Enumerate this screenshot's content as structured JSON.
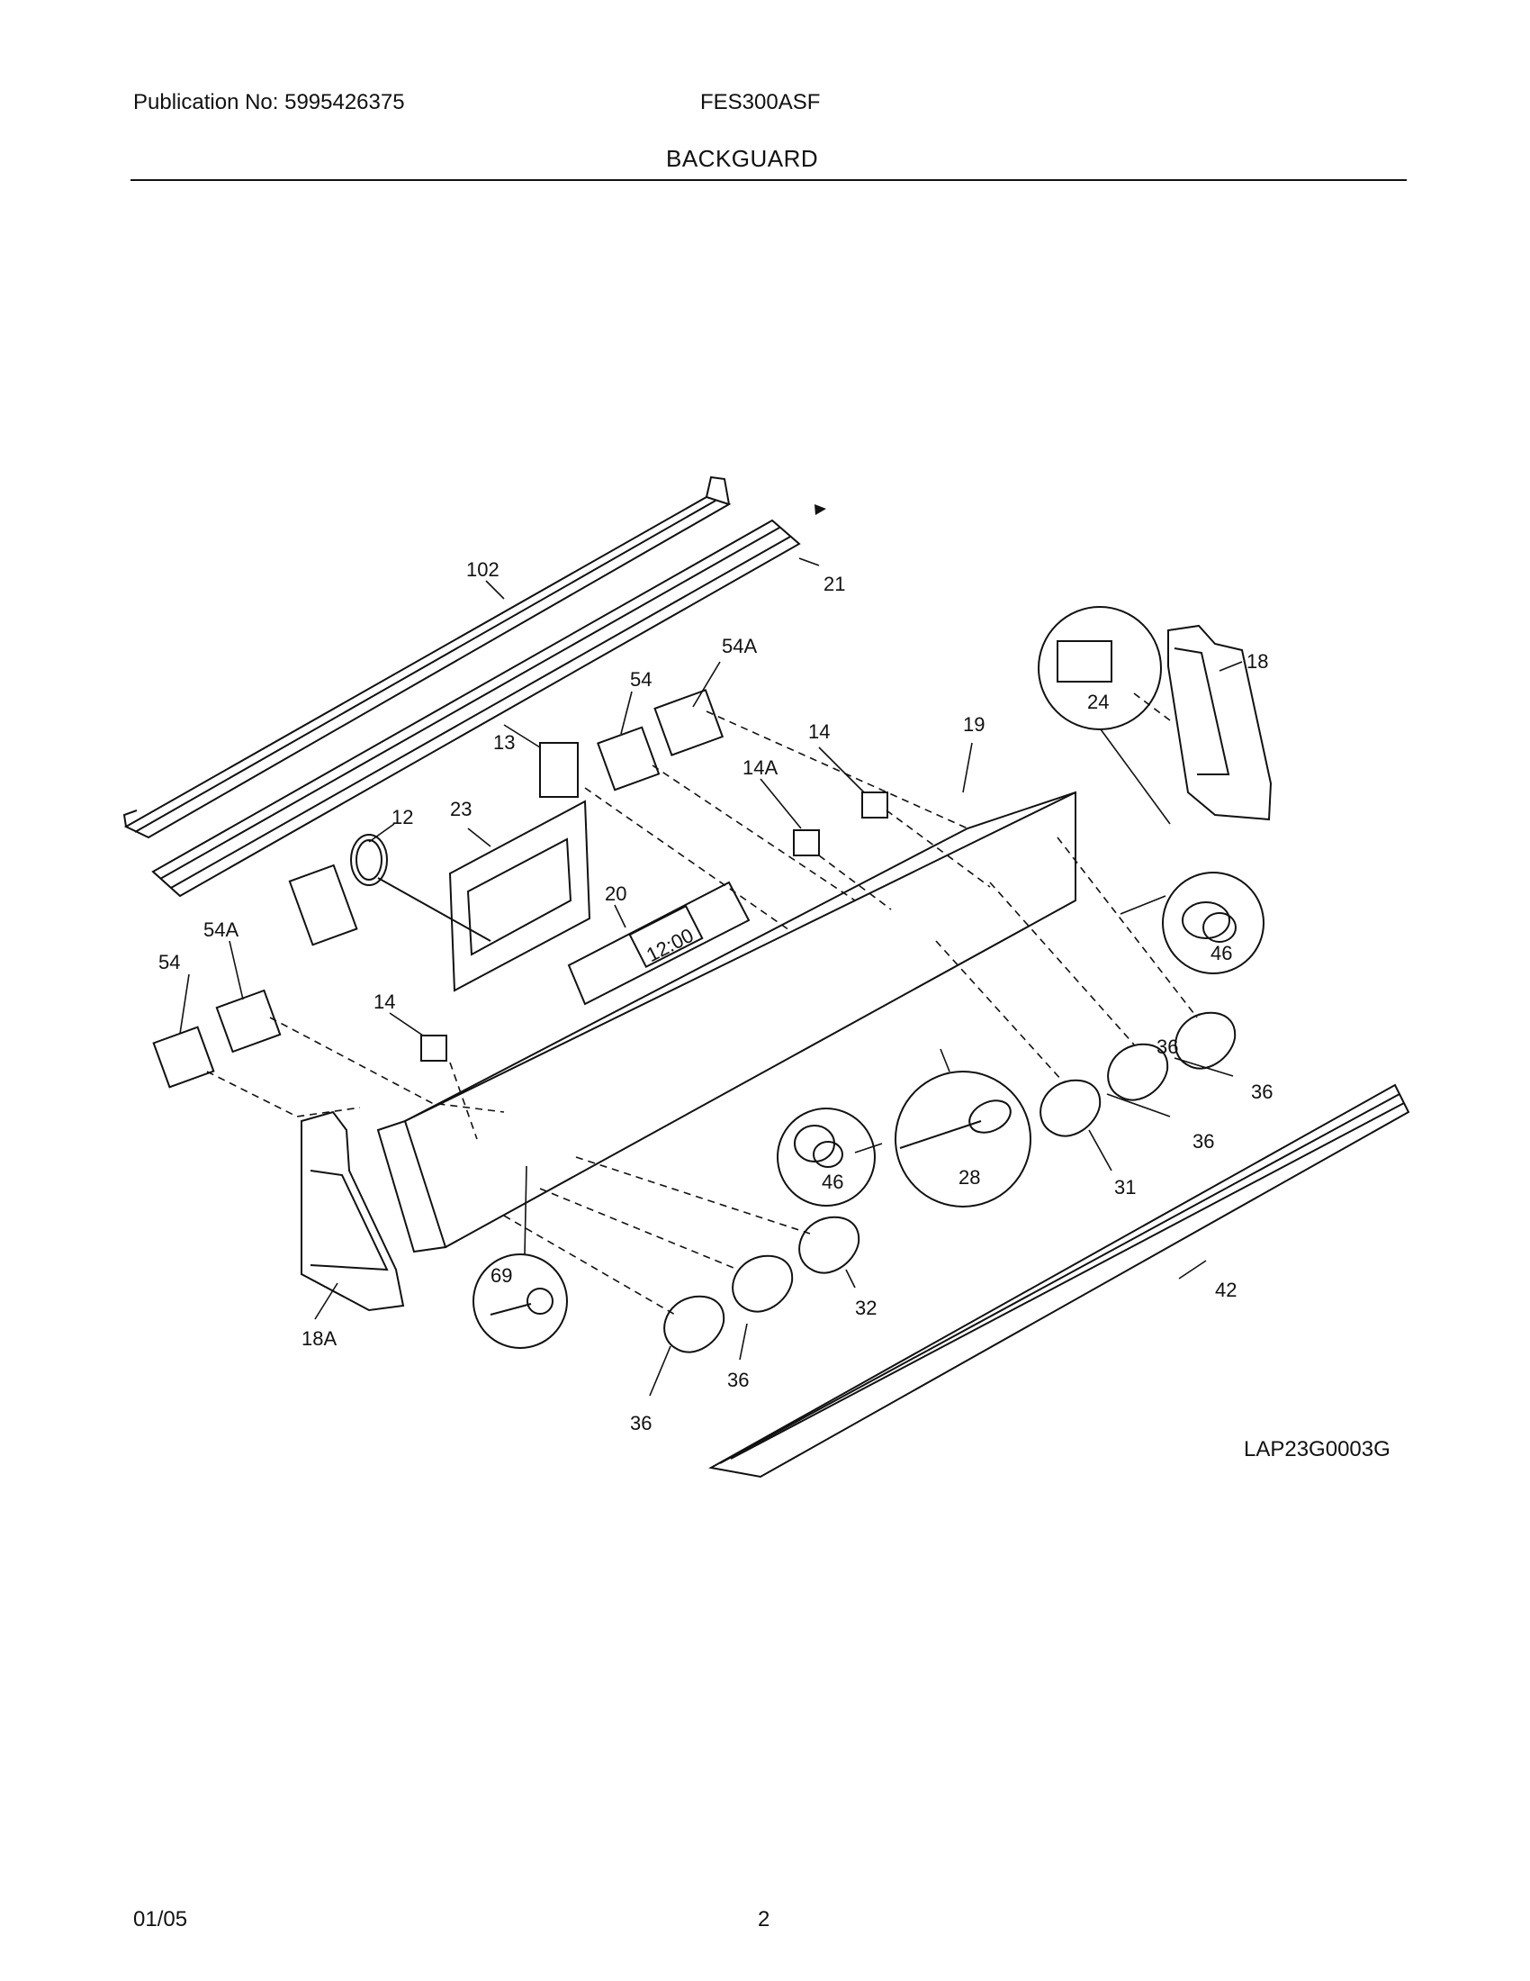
{
  "header": {
    "publication": "Publication No: 5995426375",
    "model": "FES300ASF",
    "section_title": "BACKGUARD"
  },
  "diagram": {
    "part_labels": [
      "102",
      "21",
      "18",
      "24",
      "54A",
      "54",
      "13",
      "14",
      "19",
      "14A",
      "12",
      "23",
      "20",
      "54A",
      "54",
      "14",
      "46",
      "28",
      "46",
      "36",
      "36",
      "36",
      "31",
      "32",
      "69",
      "18A",
      "42",
      "36",
      "36"
    ],
    "clock_readout": "12:00",
    "drawing_code": "LAP23G0003G"
  },
  "footer": {
    "date": "01/05",
    "page_number": "2"
  }
}
